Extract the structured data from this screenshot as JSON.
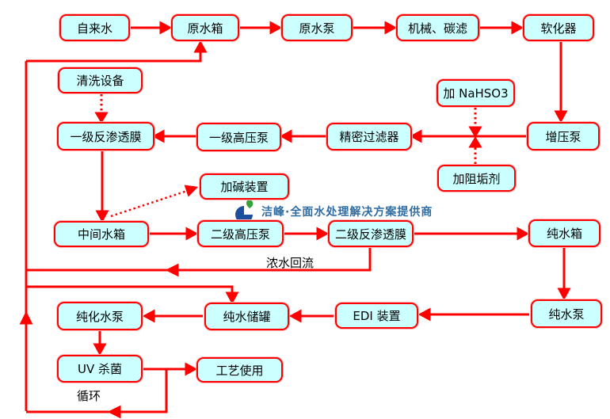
{
  "watermark": {
    "brand_text": "洁峰·全面水处理解决方案提供商",
    "logo_icon": "jiefeng-water-logo"
  },
  "flow_labels": {
    "concentrate_return": "浓水回流",
    "cycle": "循环"
  },
  "colors": {
    "box_fill": "#CCFFFF",
    "box_border": "#FF0000",
    "arrow": "#FF0000",
    "watermark_text": "#2E6DA4",
    "logo_blue": "#1B4F9E",
    "logo_green": "#35A23B",
    "label_text": "#000000"
  },
  "nodes": [
    {
      "id": "tap-water",
      "label": "自来水"
    },
    {
      "id": "raw-water-tank",
      "label": "原水箱"
    },
    {
      "id": "raw-water-pump",
      "label": "原水泵"
    },
    {
      "id": "mechanical-carbon-filter",
      "label": "机械、碳滤"
    },
    {
      "id": "softener",
      "label": "软化器"
    },
    {
      "id": "cleaning-equipment",
      "label": "清洗设备"
    },
    {
      "id": "nahso3-dosing",
      "label": "加 NaHSO3"
    },
    {
      "id": "stage1-ro-membrane",
      "label": "一级反渗透膜"
    },
    {
      "id": "stage1-hp-pump",
      "label": "一级高压泵"
    },
    {
      "id": "precision-filter",
      "label": "精密过滤器"
    },
    {
      "id": "booster-pump",
      "label": "增压泵"
    },
    {
      "id": "antiscalant-dosing",
      "label": "加阻垢剂"
    },
    {
      "id": "alkali-dosing-unit",
      "label": "加碱装置"
    },
    {
      "id": "intermediate-water-tank",
      "label": "中间水箱"
    },
    {
      "id": "stage2-hp-pump",
      "label": "二级高压泵"
    },
    {
      "id": "stage2-ro-membrane",
      "label": "二级反渗透膜"
    },
    {
      "id": "pure-water-tank",
      "label": "纯水箱"
    },
    {
      "id": "pure-water-pump",
      "label": "纯水泵"
    },
    {
      "id": "edi-unit",
      "label": "EDI 装置"
    },
    {
      "id": "pure-water-storage-tank",
      "label": "纯水储罐"
    },
    {
      "id": "purified-water-pump",
      "label": "纯化水泵"
    },
    {
      "id": "uv-sterilizer",
      "label": "UV 杀菌"
    },
    {
      "id": "process-use",
      "label": "工艺使用"
    }
  ]
}
